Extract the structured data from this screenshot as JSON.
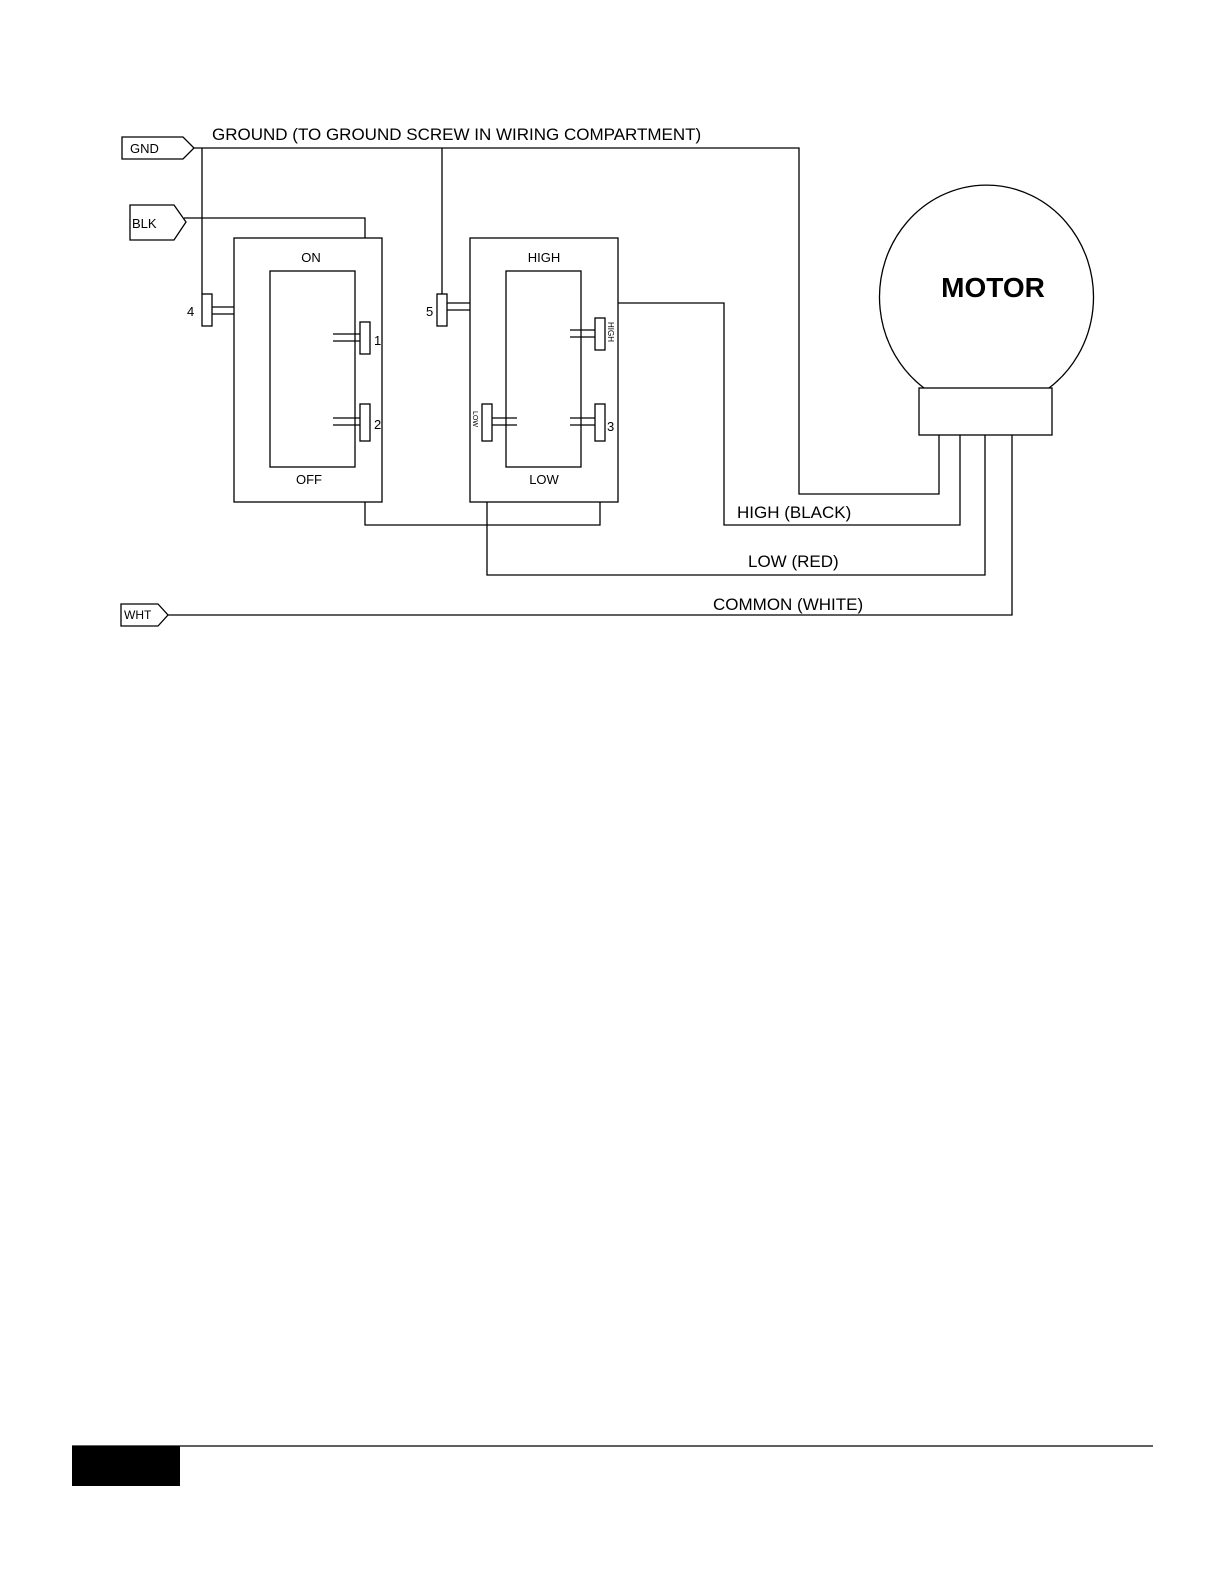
{
  "labels": {
    "ground_wire": "GROUND (TO GROUND SCREW IN WIRING COMPARTMENT)",
    "high_wire": "HIGH (BLACK)",
    "low_wire": "LOW (RED)",
    "common_wire": "COMMON (WHITE)",
    "motor": "MOTOR"
  },
  "connectors": {
    "gnd": "GND",
    "blk": "BLK",
    "wht": "WHT"
  },
  "switch_onoff": {
    "top": "ON",
    "bottom": "OFF",
    "ground_terminal": "4",
    "terminal_1": "1",
    "terminal_2": "2"
  },
  "switch_speed": {
    "top": "HIGH",
    "bottom": "LOW",
    "ground_terminal": "5",
    "terminal_high": "HIGH",
    "terminal_low": "LOW",
    "terminal_3": "3"
  }
}
